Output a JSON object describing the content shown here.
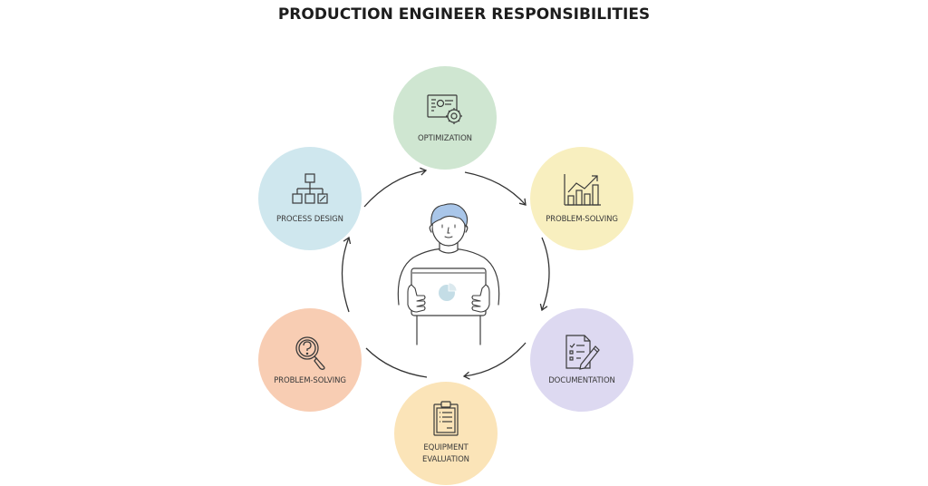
{
  "title": "PRODUCTION ENGINEER RESPONSIBILITIES",
  "center": {
    "figure": "engineer-with-tablet",
    "tablet_icon": "pie-chart-icon"
  },
  "nodes": [
    {
      "id": "optimization",
      "label": "OPTIMIZATION",
      "icon": "dashboard-gear-icon",
      "color": "#cfe6d1"
    },
    {
      "id": "problem-solving-chart",
      "label": "PROBLEM-SOLVING",
      "icon": "bar-chart-trend-icon",
      "color": "#f8efbf"
    },
    {
      "id": "documentation",
      "label": "DOCUMENTATION",
      "icon": "checklist-pencil-icon",
      "color": "#ddd9f1"
    },
    {
      "id": "equipment-evaluation",
      "label_line1": "EQUIPMENT",
      "label_line2": "EVALUATION",
      "icon": "clipboard-icon",
      "color": "#fbe4b8"
    },
    {
      "id": "problem-solving-search",
      "label": "PROBLEM-SOLVING",
      "icon": "magnifier-question-icon",
      "color": "#f8cdb3"
    },
    {
      "id": "process-design",
      "label": "PROCESS DESIGN",
      "icon": "flowchart-icon",
      "color": "#cfe7ee"
    }
  ],
  "flow": "clockwise"
}
